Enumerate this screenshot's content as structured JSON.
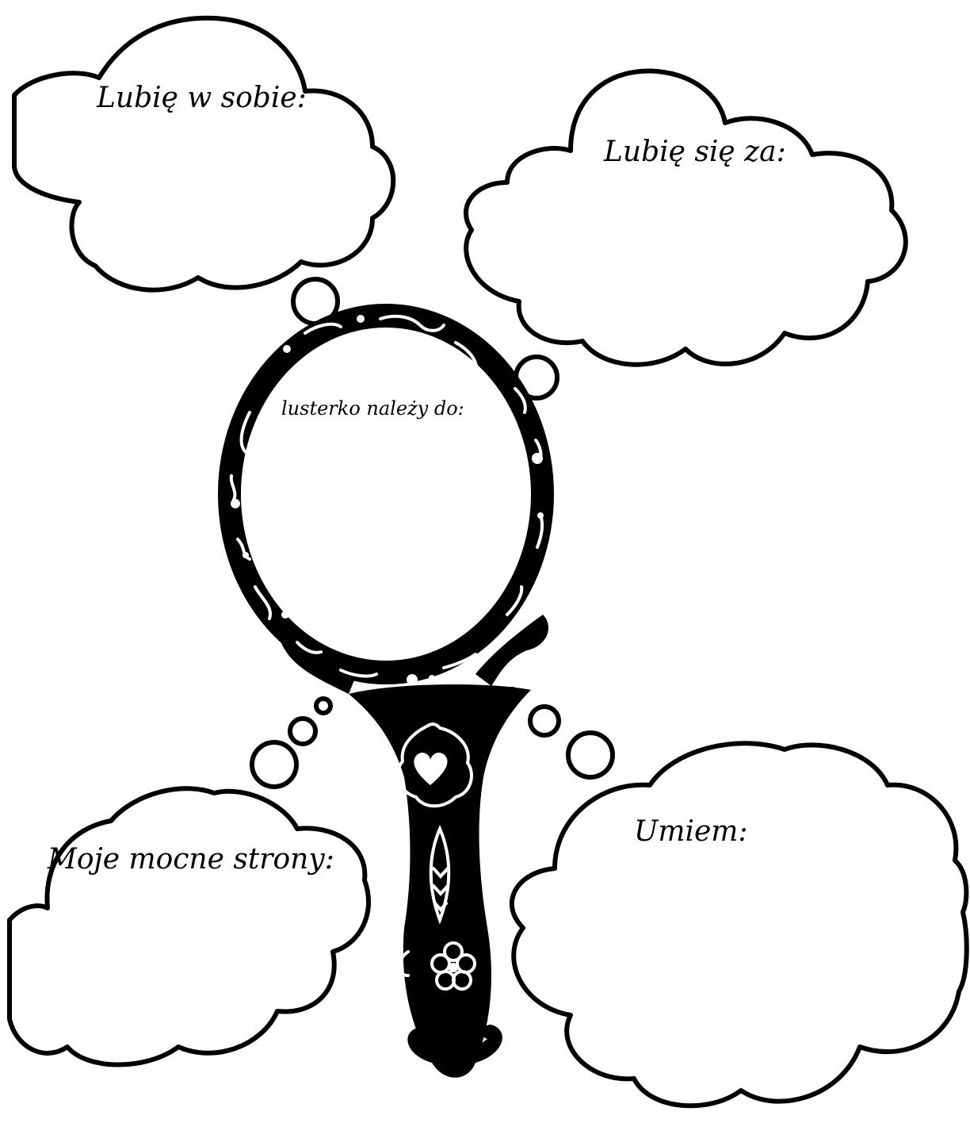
{
  "worksheet": {
    "cloud_top_left": "Lubię w sobie:",
    "cloud_top_right": "Lubię się za:",
    "mirror_label": "lusterko należy do:",
    "cloud_bottom_left": "Moje mocne strony:",
    "cloud_bottom_right": "Umiem:"
  },
  "colors": {
    "ink": "#000000",
    "paper": "#ffffff"
  },
  "icons": {
    "mirror": "hand-mirror-icon",
    "heart": "heart-icon",
    "flower": "flower-icon"
  }
}
